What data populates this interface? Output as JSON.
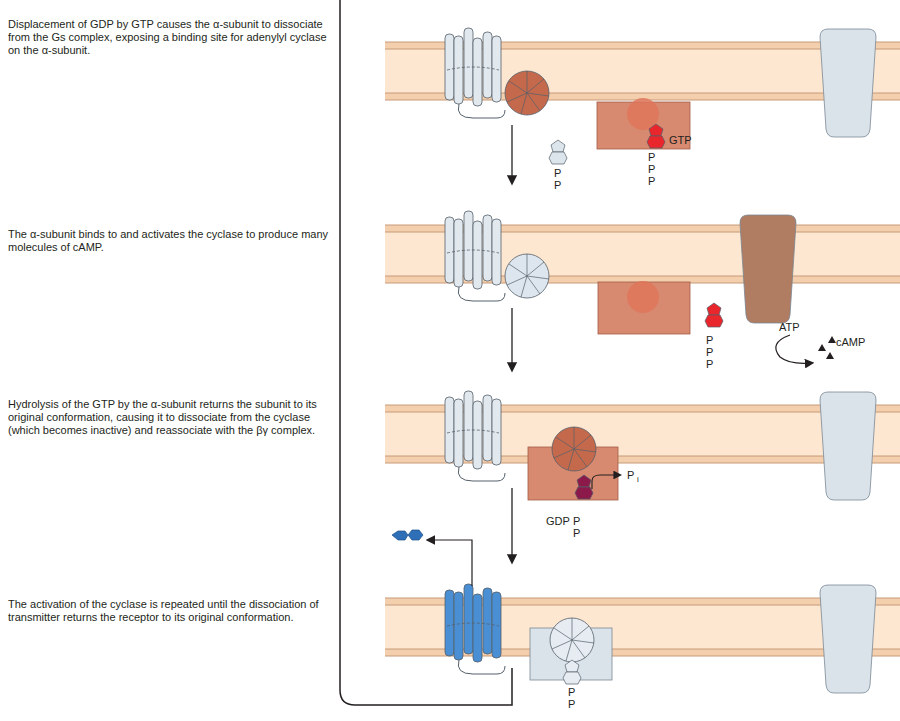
{
  "diagram": {
    "labels": [
      "Displacement of GDP by GTP causes the α-subunit to dissociate from the Gs complex, exposing a binding site for adenylyl cyclase on the α-subunit.",
      "The α-subunit binds to and activates the cyclase to produce many molecules of cAMP.",
      "Hydrolysis of the GTP by the α-subunit returns the subunit to its original conformation, causing it to dissociate from the cyclase (which becomes inactive) and reassociate with the βγ complex.",
      "The activation of the cyclase is repeated until the dissociation of transmitter returns the receptor to its original conformation.",
      "P",
      "P",
      "GTP",
      "P",
      "P",
      "P",
      "P",
      "P",
      "P",
      "ATP",
      "cAMP",
      "GDP",
      "P",
      "P",
      "P",
      "i",
      "P",
      "P"
    ]
  }
}
